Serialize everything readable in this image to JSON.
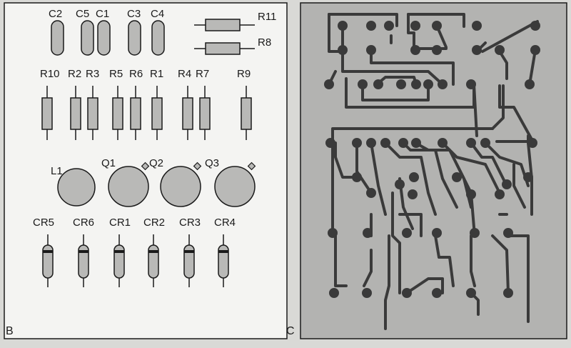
{
  "panels": {
    "left": {
      "letter": "B"
    },
    "right": {
      "letter": "C"
    }
  },
  "capacitors": [
    "C2",
    "C5",
    "C1",
    "C3",
    "C4"
  ],
  "horizontal_resistors": [
    "R11",
    "R8"
  ],
  "vertical_resistors": [
    "R10",
    "R2",
    "R3",
    "R5",
    "R6",
    "R1",
    "R4",
    "R7",
    "R9"
  ],
  "round_components": [
    "L1",
    "Q1",
    "Q2",
    "Q3"
  ],
  "diodes": [
    "CR5",
    "CR6",
    "CR1",
    "CR2",
    "CR3",
    "CR4"
  ],
  "colors": {
    "paper": "#d9d9d6",
    "panel_fill": "#f4f4f2",
    "component_fill": "#b9b9b7",
    "ink": "#1a1a1a",
    "board_fill": "#b3b3b1",
    "trace": "#3a3a3a"
  }
}
